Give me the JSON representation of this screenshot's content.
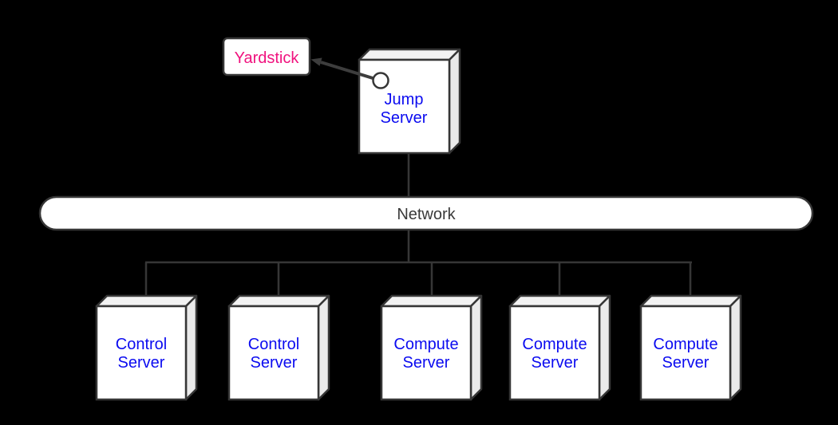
{
  "colors": {
    "background": "#000000",
    "line_color": "#363636",
    "node_fill": "#ffffff",
    "side_top_fill": "#f2f2f2",
    "side_right_fill": "#eaeaea",
    "server_label": "#0b0bf0",
    "yardstick_label": "#f0127e",
    "network_label": "#3a3a3a",
    "arrow_color": "#3d3d3d"
  },
  "yardstick": {
    "label": "Yardstick"
  },
  "jump_server": {
    "line1": "Jump",
    "line2": "Server"
  },
  "network": {
    "label": "Network"
  },
  "servers": [
    {
      "line1": "Control",
      "line2": "Server"
    },
    {
      "line1": "Control",
      "line2": "Server"
    },
    {
      "line1": "Compute",
      "line2": "Server"
    },
    {
      "line1": "Compute",
      "line2": "Server"
    },
    {
      "line1": "Compute",
      "line2": "Server"
    }
  ]
}
